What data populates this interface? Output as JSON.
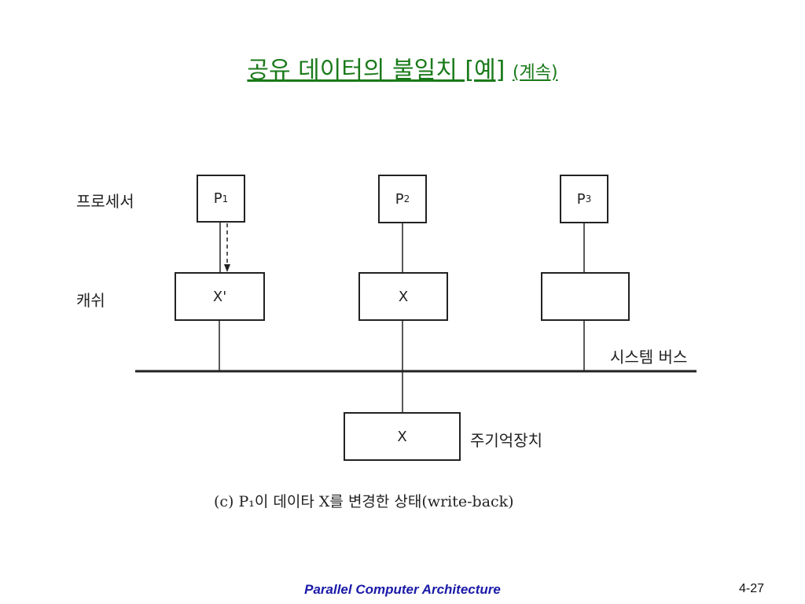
{
  "title": {
    "main": "공유 데이터의 불일치 [예]",
    "suffix": "(계속)",
    "color": "#1a7a1a"
  },
  "diagram": {
    "labels": {
      "processor": "프로세서",
      "cache": "캐쉬",
      "bus": "시스템 버스",
      "memory": "주기억장치"
    },
    "processors": [
      {
        "name": "P",
        "sub": "1"
      },
      {
        "name": "P",
        "sub": "2"
      },
      {
        "name": "P",
        "sub": "3"
      }
    ],
    "caches": [
      "X'",
      "X",
      ""
    ],
    "memory_value": "X",
    "caption": "(c) P₁이 데이타 X를 변경한 상태(write-back)"
  },
  "footer": {
    "text": "Parallel Computer Architecture",
    "page": "4-27",
    "color": "#1a1aa8"
  }
}
